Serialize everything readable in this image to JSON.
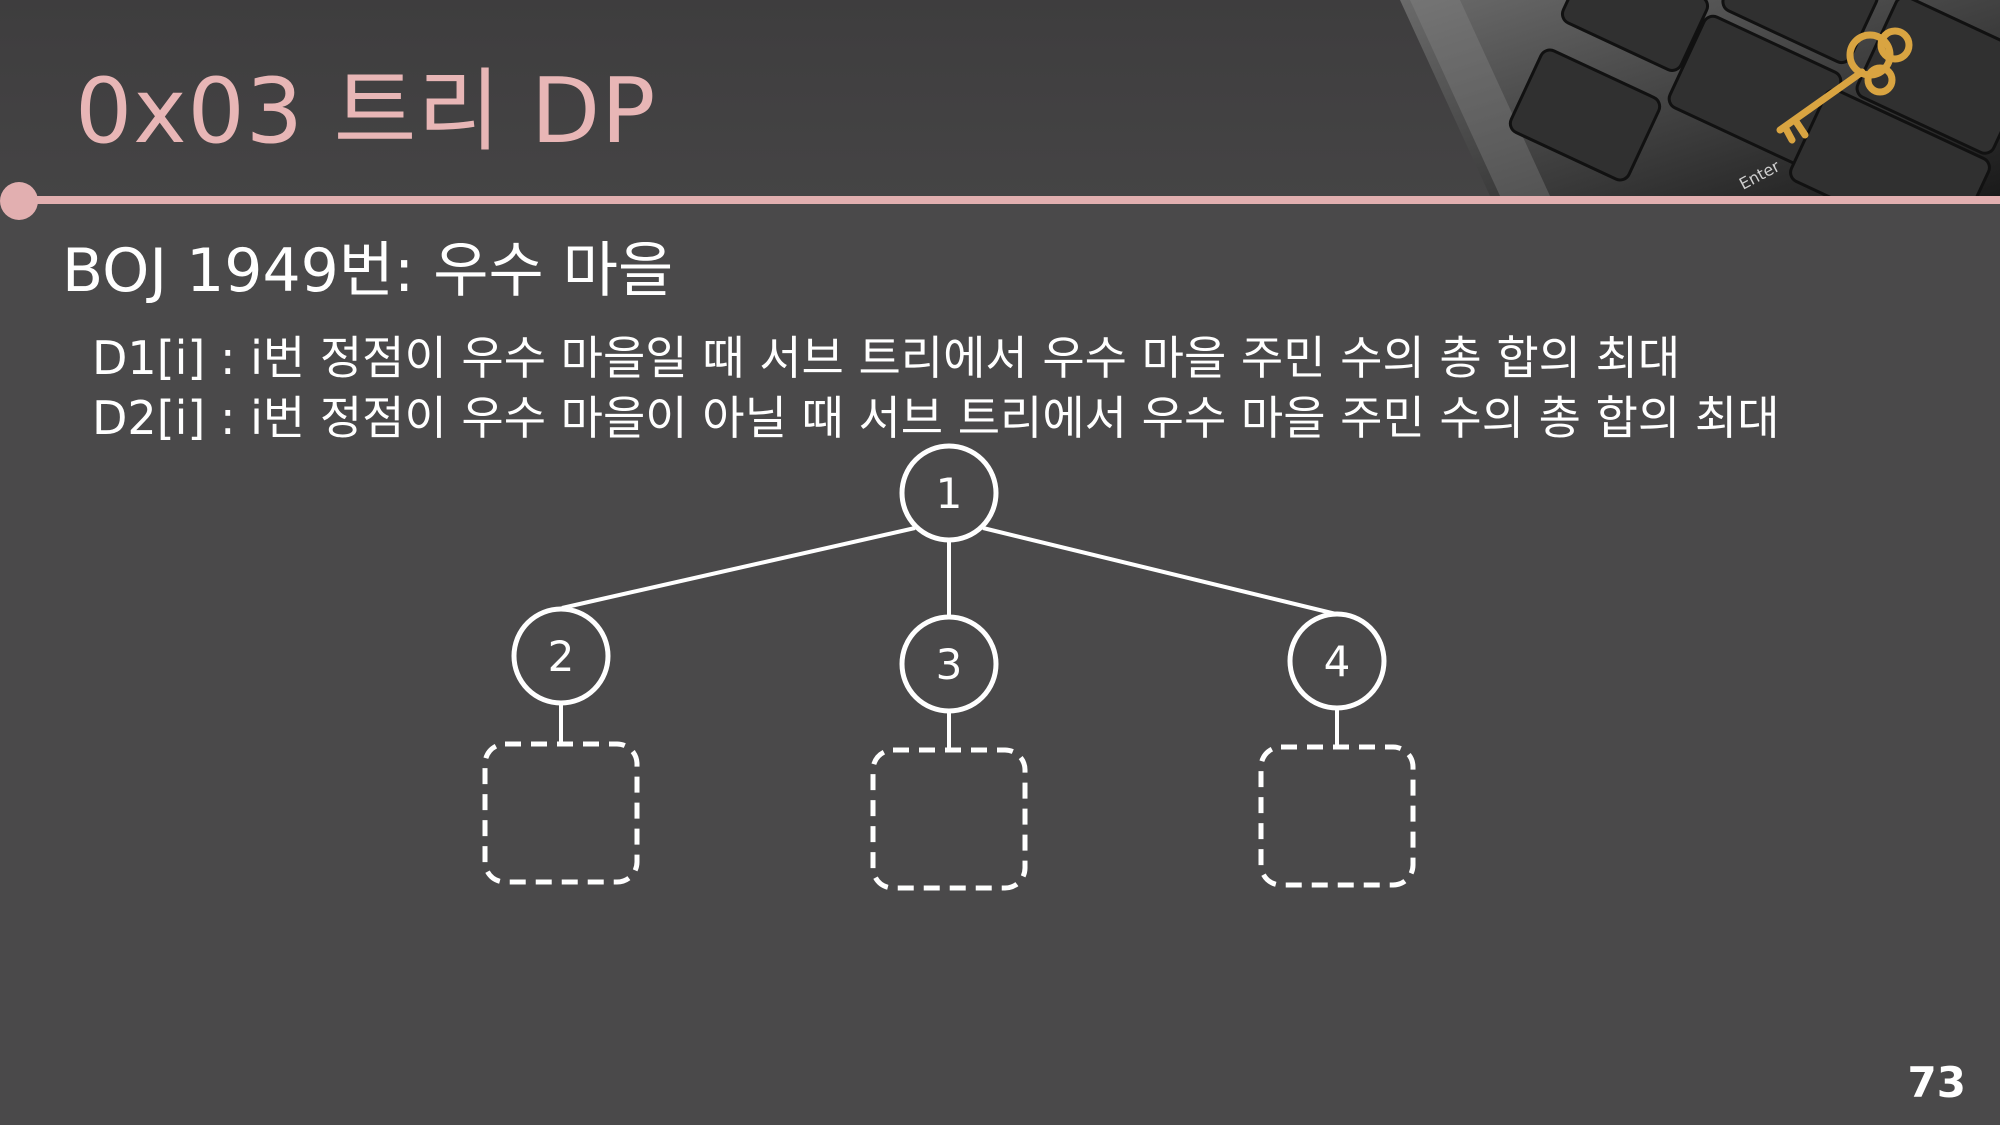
{
  "header": {
    "title": "0x03  트리 DP"
  },
  "subtitle": "BOJ 1949번: 우수 마을",
  "definitions": [
    "D1[i] : i번 정점이 우수 마을일 때 서브 트리에서 우수 마을 주민 수의 총 합의 최대",
    "D2[i] : i번 정점이 우수 마을이 아닐 때 서브 트리에서 우수 마을 주민 수의 총 합의 최대"
  ],
  "tree": {
    "root": "1",
    "children": [
      "2",
      "3",
      "4"
    ]
  },
  "photo": {
    "key_text": "Enter"
  },
  "page_number": "73",
  "colors": {
    "accent": "#e2afb0",
    "title": "#e8b6b6",
    "background": "#4a494a",
    "stroke": "#ffffff"
  }
}
